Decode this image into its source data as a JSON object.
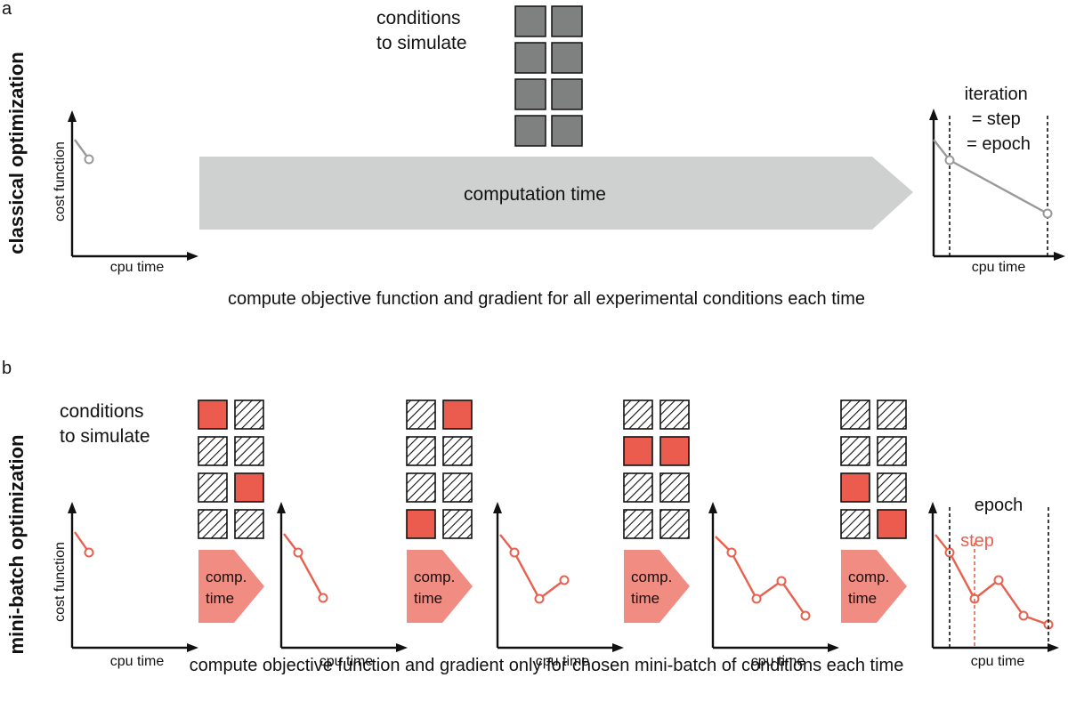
{
  "panel_a": {
    "letter": "a",
    "side_label": "classical optimization",
    "conditions_label": [
      "conditions",
      "to simulate"
    ],
    "arrow_label": "computation time",
    "ylabel": "cost function",
    "xlabel": "cpu time",
    "iteration_label": [
      "iteration",
      "= step",
      "= epoch"
    ],
    "caption": "compute objective function and gradient for all experimental conditions each time",
    "colors": {
      "square": "#7f8180",
      "arrow": "#cfd1d0",
      "line": "#9a9a9a"
    }
  },
  "panel_b": {
    "letter": "b",
    "side_label": "mini-batch optimization",
    "conditions_label": [
      "conditions",
      "to simulate"
    ],
    "comp_label": [
      "comp.",
      "time"
    ],
    "ylabel": "cost function",
    "xlabel": "cpu time",
    "epoch_label": "epoch",
    "step_label": "step",
    "caption": "compute objective function and gradient only for chosen mini-batch of conditions each time",
    "colors": {
      "selected": "#ec5c4e",
      "arrow": "#f08c82",
      "line": "#e8604e"
    },
    "batches": [
      [
        1,
        0,
        0,
        0,
        0,
        1,
        0,
        0
      ],
      [
        0,
        1,
        0,
        0,
        0,
        0,
        1,
        0
      ],
      [
        0,
        0,
        1,
        1,
        0,
        0,
        0,
        0
      ],
      [
        0,
        0,
        0,
        0,
        1,
        0,
        0,
        1
      ]
    ]
  }
}
